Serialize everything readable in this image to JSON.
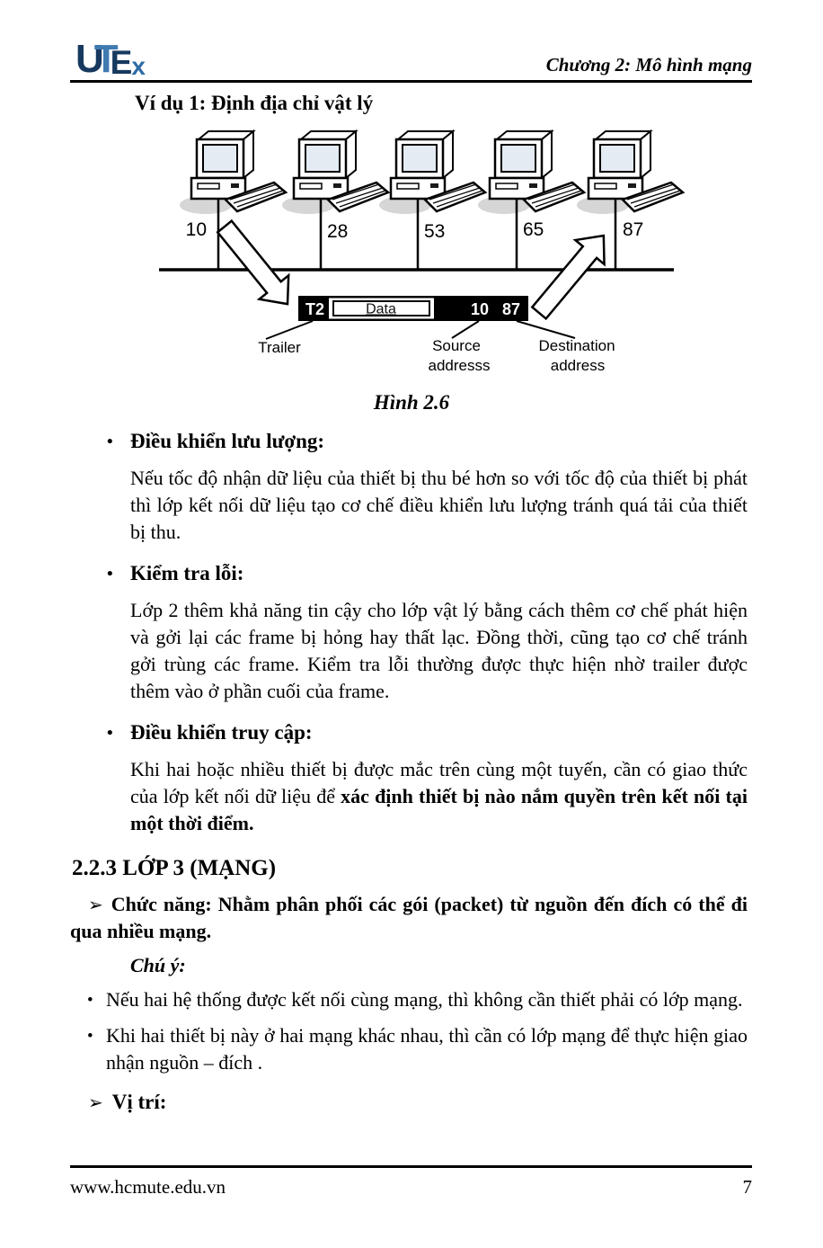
{
  "page": {
    "header": {
      "logo": {
        "u": "U",
        "t": "T",
        "e": "E",
        "x": "x"
      },
      "chapter_title": "Chương 2: Mô hình mạng"
    },
    "example_title": "Ví dụ 1: Định địa chỉ vật lý",
    "figure": {
      "caption": "Hình 2.6",
      "addresses": [
        "10",
        "28",
        "53",
        "65",
        "87"
      ],
      "frame": {
        "trailer": "T2",
        "data": "Data",
        "source": "10",
        "destination": "87"
      },
      "labels": {
        "trailer": "Trailer",
        "source_line1": "Source",
        "source_line2": "addresss",
        "destination_line1": "Destination",
        "destination_line2": "address"
      }
    },
    "bullets": [
      {
        "marker": "•",
        "heading": "Điều khiển lưu lượng:",
        "body": "Nếu tốc độ nhận dữ liệu của thiết bị thu bé hơn so với tốc độ của thiết bị phát thì lớp kết nối dữ liệu tạo cơ chế điều khiển lưu lượng tránh quá tải của thiết bị thu."
      },
      {
        "marker": "•",
        "heading": "Kiểm tra lỗi:",
        "body": "Lớp 2 thêm khả năng tin cậy cho lớp vật lý bằng cách thêm cơ chế phát hiện và gởi lại các frame bị hỏng hay thất lạc. Đồng thời, cũng tạo cơ chế tránh gởi trùng các frame. Kiểm tra lỗi thường được thực hiện nhờ trailer được thêm vào ở phần cuối của frame."
      },
      {
        "marker": "•",
        "heading": "Điều khiển truy cập:",
        "body_normal": "Khi hai hoặc nhiều thiết bị được mắc trên cùng một tuyến, cần có giao thức của lớp kết nối dữ liệu để ",
        "body_bold": "xác định thiết bị nào nắm quyền trên kết nối tại một thời điểm."
      }
    ],
    "section": {
      "title": "2.2.3 LỚP 3 (MẠNG)",
      "function_marker": "➢",
      "function_text": "Chức năng: Nhằm phân phối các gói (packet) từ nguồn đến đích có thể đi qua nhiều mạng.",
      "note_label": "Chú ý:",
      "notes": [
        {
          "marker": "•",
          "text": "Nếu hai hệ thống được kết nối cùng mạng, thì không cần thiết phải có lớp mạng."
        },
        {
          "marker": "•",
          "text": "Khi hai thiết bị này ở hai mạng khác nhau, thì cần có lớp mạng để thực hiện giao nhận nguồn – đích ."
        }
      ],
      "position_marker": "➢",
      "position_label": "Vị trí:"
    },
    "footer": {
      "website": "www.hcmute.edu.vn",
      "page_number": "7"
    },
    "colors": {
      "logo_dark": "#17395f",
      "logo_light": "#3f7ab0",
      "logo_mid": "#2e6ca6",
      "frame_bg": "#000000",
      "text": "#000000"
    }
  }
}
